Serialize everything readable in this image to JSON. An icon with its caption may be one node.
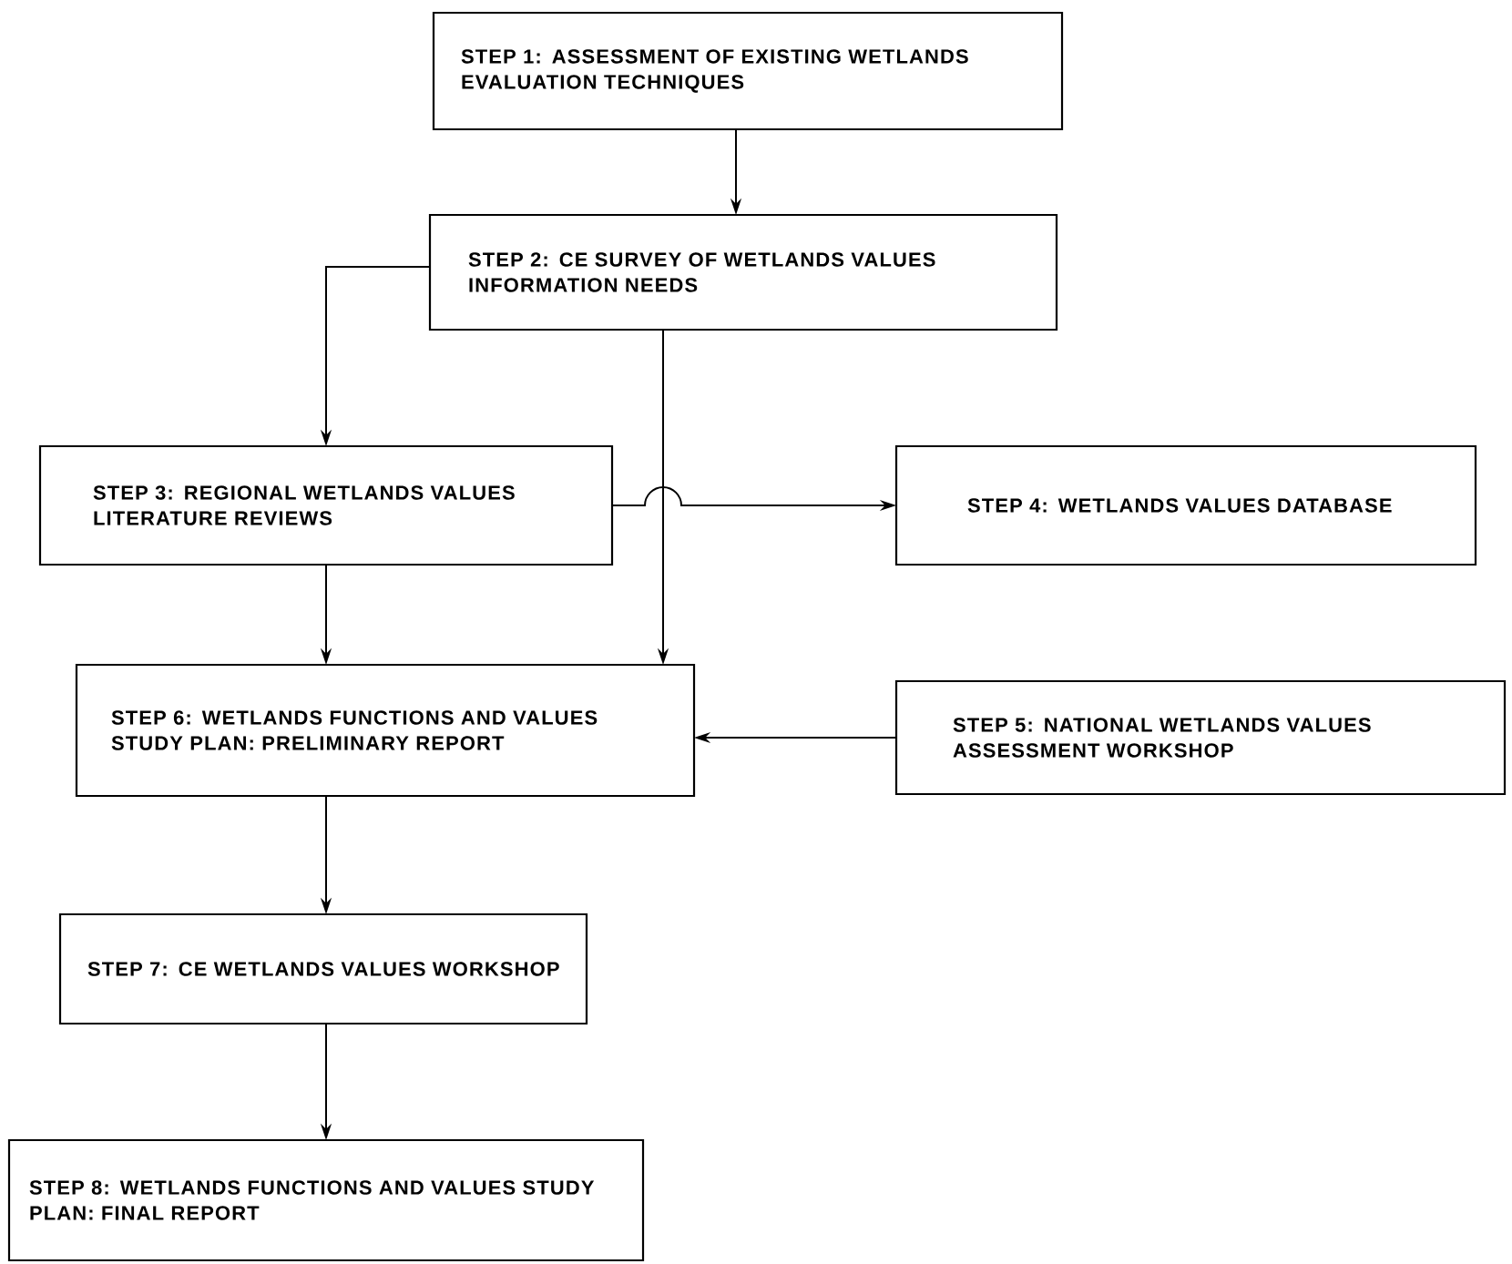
{
  "diagram": {
    "nodes": [
      {
        "text": [
          "STEP 1: ASSESSMENT OF EXISTING WETLANDS EVALUATION TECHNIQUES"
        ]
      },
      {
        "text": [
          "STEP 2: CE SURVEY OF WETLANDS VALUES INFORMATION NEEDS"
        ]
      },
      {
        "text": [
          "STEP 3: REGIONAL WETLANDS VALUES LITERATURE REVIEWS"
        ]
      },
      {
        "text": [
          "STEP 4: WETLANDS VALUES DATABASE"
        ]
      },
      {
        "text": [
          "STEP 6: WETLANDS FUNCTIONS AND VALUES STUDY PLAN: PRELIMINARY REPORT"
        ]
      },
      {
        "text": [
          "STEP 5: NATIONAL WETLANDS VALUES ASSESSMENT WORKSHOP"
        ]
      },
      {
        "text": [
          "STEP 7: CE WETLANDS VALUES WORKSHOP"
        ]
      },
      {
        "text": [
          "STEP 8: WETLANDS FUNCTIONS AND VALUES STUDY PLAN: FINAL REPORT"
        ]
      }
    ],
    "edges": [
      {
        "from": 0,
        "to": 1,
        "arrow": "to"
      },
      {
        "from": 1,
        "to": 2,
        "arrow": "to"
      },
      {
        "from": 2,
        "to": 3,
        "arrow": "to"
      },
      {
        "from": 1,
        "to": 4,
        "arrow": "to"
      },
      {
        "from": 2,
        "to": 4,
        "arrow": "to"
      },
      {
        "from": 5,
        "to": 4,
        "arrow": "to"
      },
      {
        "from": 4,
        "to": 6,
        "arrow": "to"
      },
      {
        "from": 6,
        "to": 7,
        "arrow": "to"
      }
    ]
  }
}
